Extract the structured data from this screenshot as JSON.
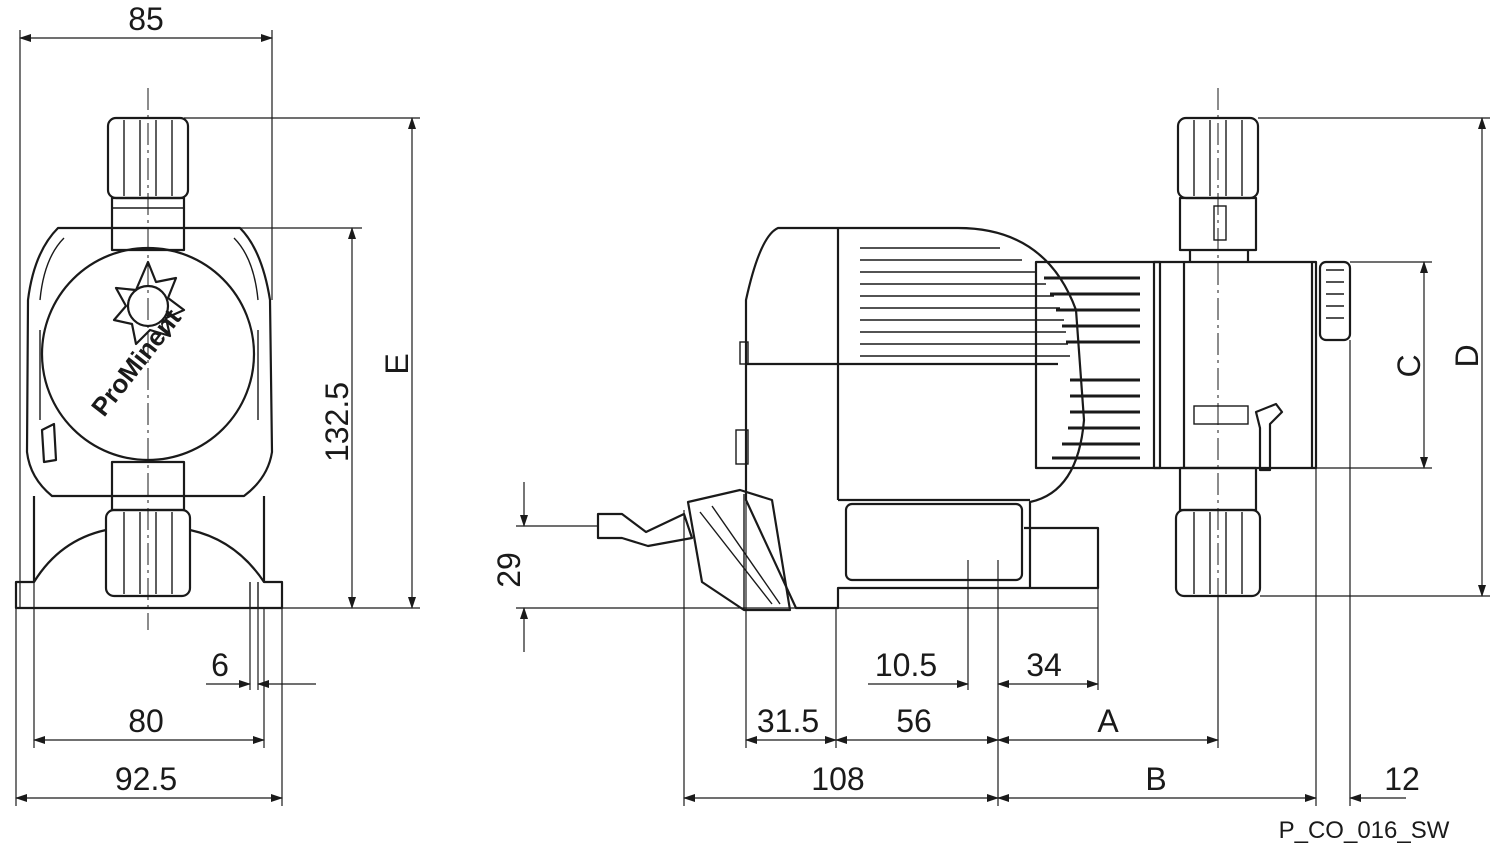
{
  "drawing": {
    "code": "P_CO_016_SW",
    "brand_logo_text": "ProMinent",
    "dimensions": {
      "front_width_top": "85",
      "front_height_e": "E",
      "front_height_132": "132.5",
      "front_gap_6": "6",
      "front_width_80": "80",
      "front_width_92": "92.5",
      "side_29": "29",
      "side_10_5": "10.5",
      "side_34": "34",
      "side_31_5": "31.5",
      "side_56": "56",
      "side_a": "A",
      "side_108": "108",
      "side_b": "B",
      "side_12": "12",
      "side_c": "C",
      "side_d": "D"
    }
  }
}
